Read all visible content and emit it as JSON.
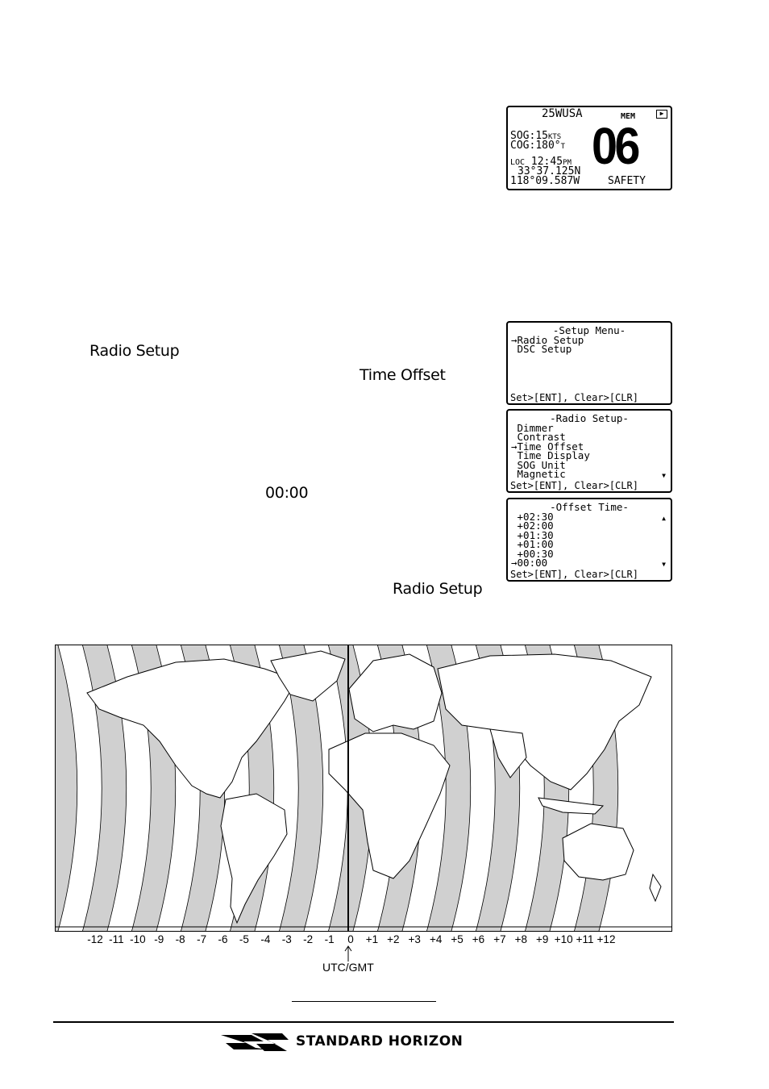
{
  "screen1": {
    "title": "25WUSA",
    "mem": "MEM",
    "sog_label": "SOG:",
    "sog_value": "15",
    "sog_unit": "KTS",
    "cog_label": "COG:",
    "cog_value": "180°",
    "cog_unit": "T",
    "loc_label": "LOC",
    "time": "12:45",
    "ampm": "PM",
    "lat": "33°37.125N",
    "lon": "118°09.587W",
    "channel": "06",
    "channel_name": "SAFETY"
  },
  "setup_menu": {
    "title": "-Setup Menu-",
    "items": [
      "Radio Setup",
      "DSC Setup"
    ],
    "selected": 0,
    "footer": "Set>[ENT], Clear>[CLR]"
  },
  "radio_setup": {
    "title": "-Radio Setup-",
    "items": [
      "Dimmer",
      "Contrast",
      "Time Offset",
      "Time Display",
      "SOG Unit",
      "Magnetic"
    ],
    "selected": 2,
    "footer": "Set>[ENT], Clear>[CLR]"
  },
  "offset_time": {
    "title": "-Offset Time-",
    "items": [
      "+02:30",
      "+02:00",
      "+01:30",
      "+01:00",
      "+00:30",
      "00:00"
    ],
    "selected": 5,
    "footer": "Set>[ENT], Clear>[CLR]"
  },
  "text": {
    "radio_setup_1": "Radio Setup",
    "time_offset": "Time Offset",
    "zero_time": "00:00",
    "radio_setup_2": "Radio Setup"
  },
  "map": {
    "utc_label": "UTC/GMT",
    "timezones": [
      "-12",
      "-11",
      "-10",
      "-9",
      "-8",
      "-7",
      "-6",
      "-5",
      "-4",
      "-3",
      "-2",
      "-1",
      "0",
      "+1",
      "+2",
      "+3",
      "+4",
      "+5",
      "+6",
      "+7",
      "+8",
      "+9",
      "+10",
      "+11",
      "+12"
    ]
  },
  "footer": {
    "brand": "STANDARD HORIZON"
  }
}
